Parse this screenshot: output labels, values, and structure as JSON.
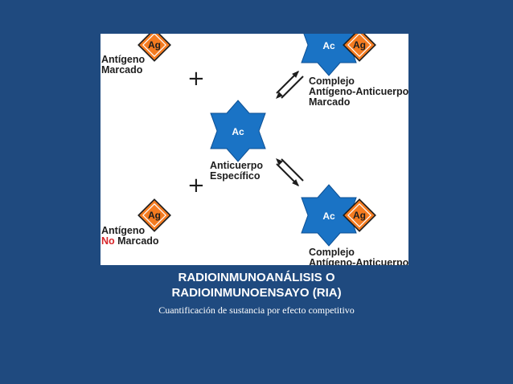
{
  "diagram": {
    "ag_text": "Ag",
    "ac_text": "Ac",
    "labeled_antigen": {
      "line1": "Antígeno",
      "line2": "Marcado"
    },
    "unlabeled_antigen": {
      "line1": "Antígeno",
      "line2_prefix": "No",
      "line2_rest": " Marcado"
    },
    "antibody": {
      "line1": "Anticuerpo",
      "line2": "Específico"
    },
    "complex_top": {
      "line1": "Complejo",
      "line2": "Antígeno-Anticuerpo",
      "line3": "Marcado"
    },
    "complex_bottom": {
      "line1": "Complejo",
      "line2": "Antígeno-Anticuerpo"
    },
    "plus": "+",
    "colors": {
      "antigen_orange": "#f47b20",
      "antibody_blue": "#1a73c5",
      "no_red": "#d8262b"
    }
  },
  "caption": {
    "title_line1": "RADIOINMUNOANÁLISIS O",
    "title_line2": "RADIOINMUNOENSAYO (RIA)",
    "subtitle": "Cuantificación de sustancia por efecto competitivo"
  }
}
